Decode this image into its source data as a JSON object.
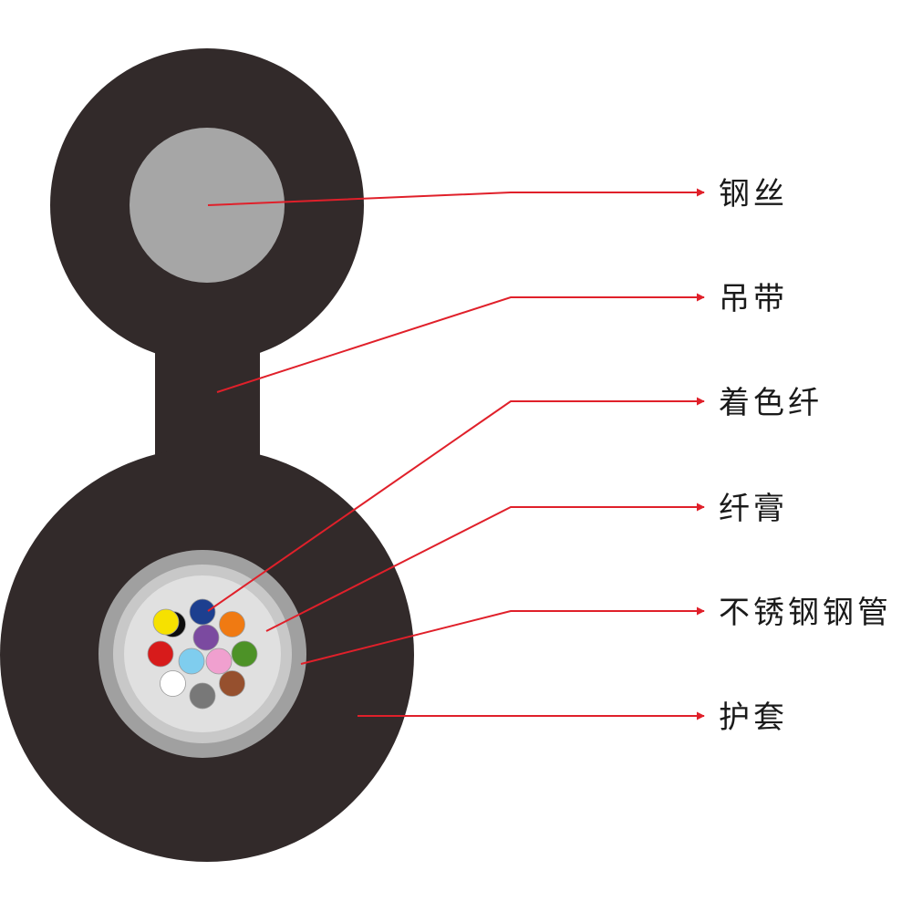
{
  "labels": {
    "steel_wire": "钢丝",
    "sling": "吊带",
    "colored_fiber": "着色纤",
    "fiber_gel": "纤膏",
    "stainless_tube": "不锈钢钢管",
    "sheath": "护套"
  },
  "colors": {
    "sheath": "#322a2a",
    "steel_wire": "#a6a6a6",
    "tube": "#a0a0a0",
    "gel": "#e0e0e0",
    "leader": "#e0202a"
  },
  "fibers": [
    {
      "name": "blue",
      "color": "#1d3f8f"
    },
    {
      "name": "orange",
      "color": "#f07a12"
    },
    {
      "name": "green",
      "color": "#4d9227"
    },
    {
      "name": "brown",
      "color": "#96502e"
    },
    {
      "name": "slate",
      "color": "#787878"
    },
    {
      "name": "white",
      "color": "#ffffff"
    },
    {
      "name": "red",
      "color": "#d71b1b"
    },
    {
      "name": "black",
      "color": "#0d0d0d"
    },
    {
      "name": "yellow",
      "color": "#f6e100"
    },
    {
      "name": "violet",
      "color": "#7b4aa0"
    },
    {
      "name": "aqua",
      "color": "#7fcdee"
    },
    {
      "name": "rose",
      "color": "#f0a0cf"
    }
  ]
}
